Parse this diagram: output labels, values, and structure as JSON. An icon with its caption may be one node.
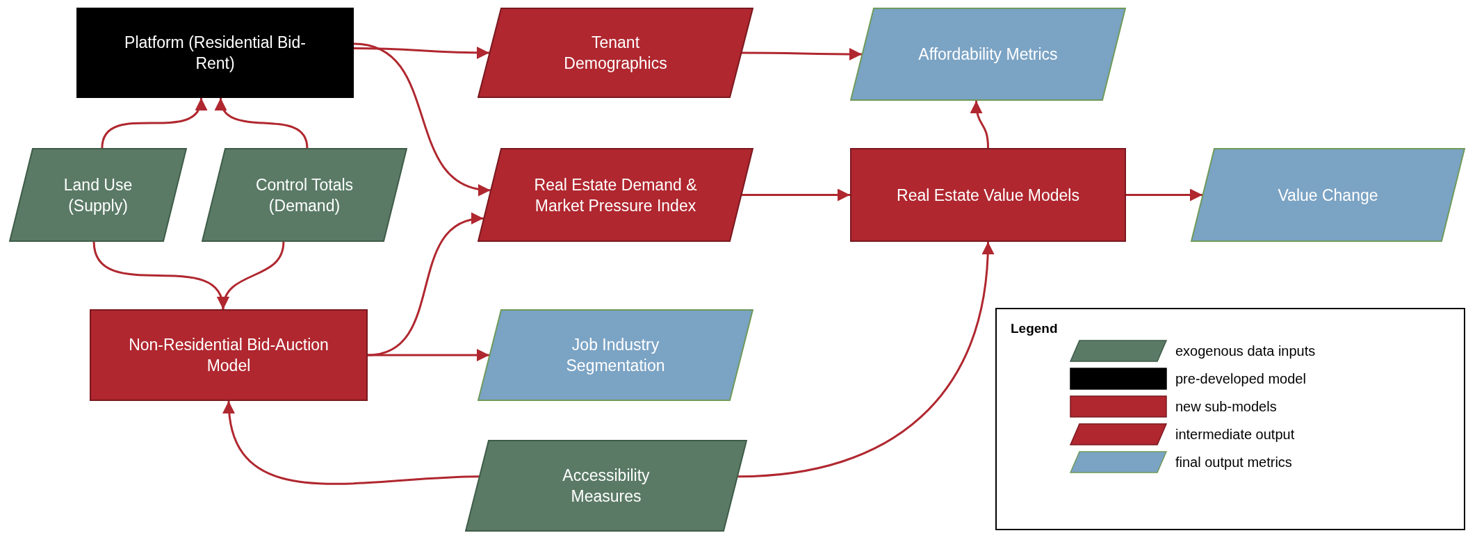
{
  "diagram": {
    "nodes": [
      {
        "text": [
          "Platform (Residential Bid-Rent)"
        ]
      },
      {
        "text": [
          "Land Use (Supply)"
        ]
      },
      {
        "text": [
          "Control Totals (Demand)"
        ]
      },
      {
        "text": [
          "Non-Residential Bid-Auction Model"
        ]
      },
      {
        "text": [
          "Tenant Demographics"
        ]
      },
      {
        "text": [
          "Real Estate Demand & Market Pressure Index"
        ]
      },
      {
        "text": [
          "Job Industry Segmentation"
        ]
      },
      {
        "text": [
          "Accessibility Measures"
        ]
      },
      {
        "text": [
          "Affordability Metrics"
        ]
      },
      {
        "text": [
          "Real Estate Value Models"
        ]
      },
      {
        "text": [
          "Value Change"
        ]
      }
    ],
    "edges": [
      {
        "from": 0,
        "to": 4,
        "arrow": "to"
      },
      {
        "from": 0,
        "to": 5,
        "arrow": "to"
      },
      {
        "from": 1,
        "to": 0,
        "arrow": "to"
      },
      {
        "from": 2,
        "to": 0,
        "arrow": "to"
      },
      {
        "from": 1,
        "to": 3,
        "arrow": "to"
      },
      {
        "from": 2,
        "to": 3,
        "arrow": "to"
      },
      {
        "from": 3,
        "to": 5,
        "arrow": "to"
      },
      {
        "from": 3,
        "to": 6,
        "arrow": "to"
      },
      {
        "from": 4,
        "to": 8,
        "arrow": "to"
      },
      {
        "from": 5,
        "to": 9,
        "arrow": "to"
      },
      {
        "from": 9,
        "to": 8,
        "arrow": "to"
      },
      {
        "from": 9,
        "to": 10,
        "arrow": "to"
      },
      {
        "from": 7,
        "to": 3,
        "arrow": "to"
      },
      {
        "from": 7,
        "to": 9,
        "arrow": "to"
      }
    ],
    "labels": [
      "Legend"
    ],
    "legend": [
      {
        "text": "exogenous data inputs",
        "color": "#5a7a66"
      },
      {
        "text": "pre-developed model",
        "color": "#000000"
      },
      {
        "text": "new sub-models",
        "color": "#b0272f"
      },
      {
        "text": "intermediate output",
        "color": "#b0272f"
      },
      {
        "text": "final output metrics",
        "color": "#7ba3c4"
      }
    ]
  }
}
